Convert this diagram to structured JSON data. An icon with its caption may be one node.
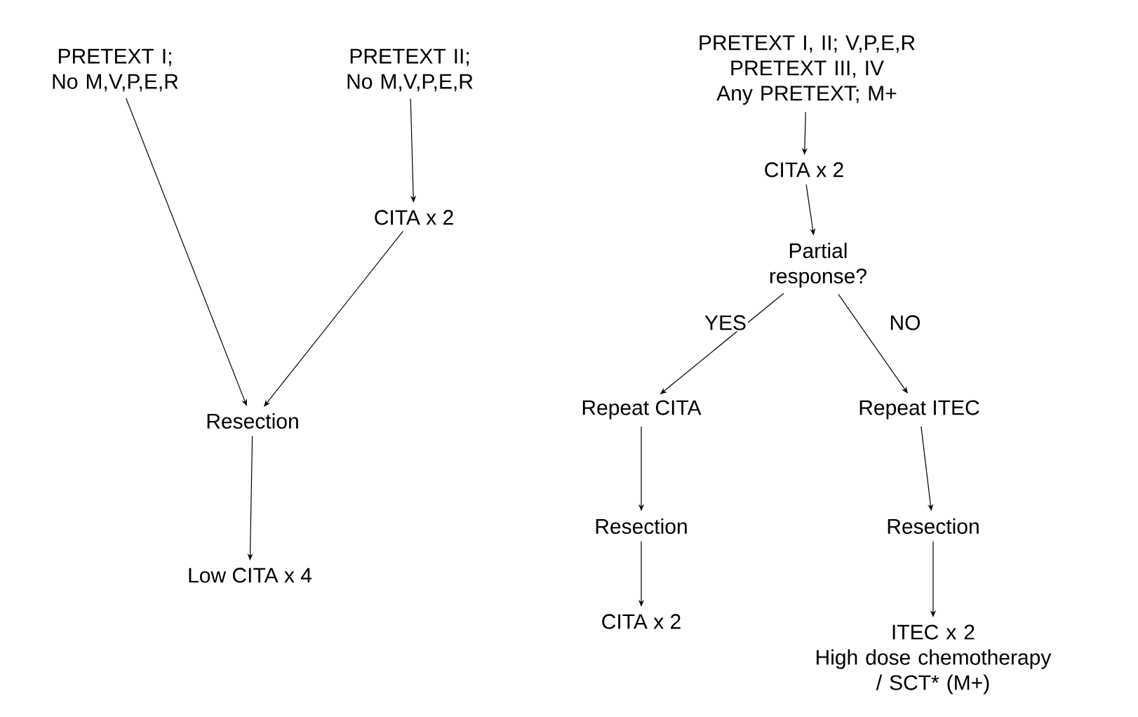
{
  "diagram": {
    "nodes": [
      {
        "text": [
          "PRETEXT I; No M,V,P,E,R"
        ]
      },
      {
        "text": [
          "PRETEXT II; No M,V,P,E,R"
        ]
      },
      {
        "text": [
          "PRETEXT I, II; V,P,E,R",
          "PRETEXT III, IV",
          "Any PRETEXT; M+"
        ]
      },
      {
        "text": [
          "CITA x 2"
        ]
      },
      {
        "text": [
          "Resection"
        ]
      },
      {
        "text": [
          "Low CITA x 4"
        ]
      },
      {
        "text": [
          "CITA x 2"
        ]
      },
      {
        "text": [
          "Partial response?"
        ]
      },
      {
        "text": [
          "Repeat CITA"
        ]
      },
      {
        "text": [
          "Repeat ITEC"
        ]
      },
      {
        "text": [
          "Resection"
        ]
      },
      {
        "text": [
          "CITA x 2"
        ]
      },
      {
        "text": [
          "Resection"
        ]
      },
      {
        "text": [
          "ITEC x 2",
          "High dose chemotherapy / SCT* (M+)"
        ]
      }
    ],
    "edges": [
      {
        "from": 0,
        "to": 4,
        "arrow": "to"
      },
      {
        "from": 1,
        "to": 3,
        "arrow": "to"
      },
      {
        "from": 3,
        "to": 4,
        "arrow": "to"
      },
      {
        "from": 4,
        "to": 5,
        "arrow": "to"
      },
      {
        "from": 2,
        "to": 6,
        "arrow": "to"
      },
      {
        "from": 6,
        "to": 7,
        "arrow": "to"
      },
      {
        "from": 7,
        "to": 8,
        "arrow": "to",
        "label": "YES"
      },
      {
        "from": 7,
        "to": 9,
        "arrow": "to",
        "label": "NO"
      },
      {
        "from": 8,
        "to": 10,
        "arrow": "to"
      },
      {
        "from": 9,
        "to": 12,
        "arrow": "to"
      },
      {
        "from": 10,
        "to": 11,
        "arrow": "to"
      },
      {
        "from": 12,
        "to": 13,
        "arrow": "to"
      }
    ]
  }
}
